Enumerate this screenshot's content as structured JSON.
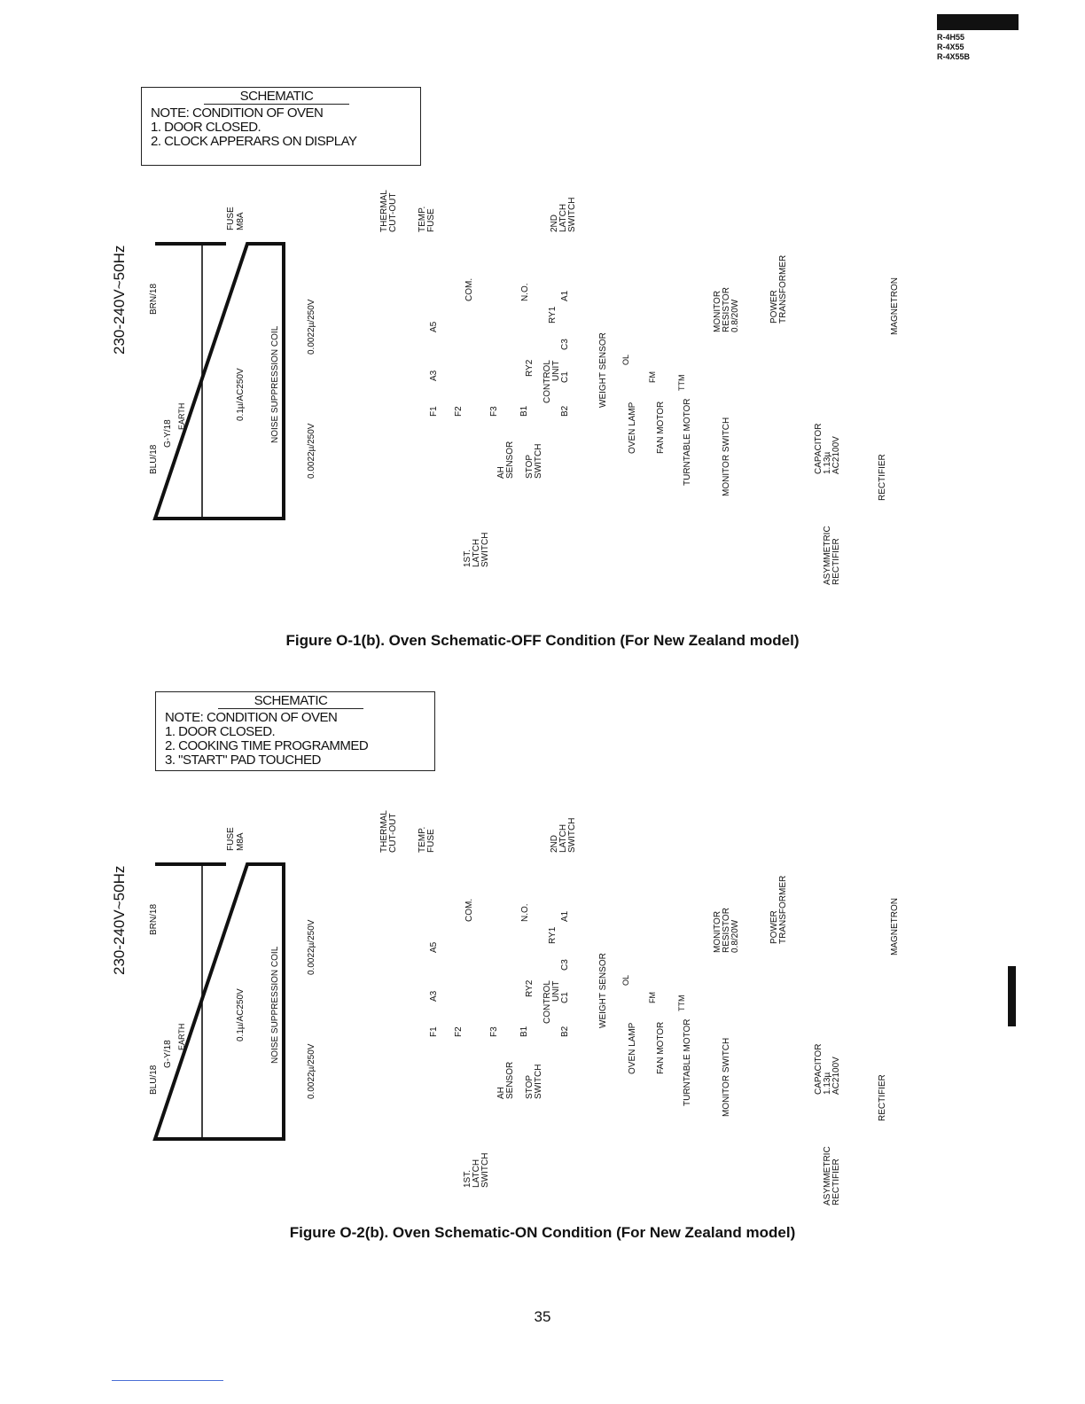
{
  "header": {
    "models": [
      "R-4H55",
      "R-4X55",
      "R-4X55B"
    ]
  },
  "diagrams": [
    {
      "note_title": "SCHEMATIC",
      "note_lines": [
        "NOTE: CONDITION OF OVEN",
        "1. DOOR CLOSED.",
        "2. CLOCK APPERARS ON DISPLAY"
      ],
      "caption": "Figure O-1(b). Oven Schematic-OFF Condition (For New Zealand model)"
    },
    {
      "note_title": "SCHEMATIC",
      "note_lines": [
        "NOTE: CONDITION OF OVEN",
        "1. DOOR CLOSED.",
        "2. COOKING TIME PROGRAMMED",
        "3. \"START\" PAD TOUCHED"
      ],
      "caption": "Figure O-2(b). Oven Schematic-ON Condition (For New Zealand model)"
    }
  ],
  "labels": {
    "supply": "230-240V~50Hz",
    "brn": "BRN/18",
    "blu": "BLU/18",
    "gy": "G-Y/18",
    "earth": "EARTH",
    "fuse": "FUSE",
    "fuse_rating": "M8A",
    "cap_small": "0.1µ/AC250V",
    "noise_coil": "NOISE SUPPRESSION COIL",
    "cap_upper": "0.0022µ/250V",
    "cap_lower": "0.0022µ/250V",
    "thermal": "THERMAL",
    "cutout": "CUT-OUT",
    "temp": "TEMP.",
    "temp_fuse": "FUSE",
    "second": "2ND",
    "latch": "LATCH",
    "switch": "SWITCH",
    "first": "1ST.",
    "com": "COM.",
    "no": "N.O.",
    "a1": "A1",
    "a5": "A5",
    "a3": "A3",
    "ry1": "RY1",
    "ry2": "RY2",
    "control": "CONTROL",
    "unit": "UNIT",
    "c1": "C1",
    "c3": "C3",
    "f1": "F1",
    "f2": "F2",
    "f3": "F3",
    "b1": "B1",
    "b2": "B2",
    "weight_sensor": "WEIGHT SENSOR",
    "ah": "AH",
    "sensor": "SENSOR",
    "stop": "STOP",
    "oven_lamp": "OVEN LAMP",
    "fan_motor": "FAN MOTOR",
    "turntable_motor": "TURNTABLE MOTOR",
    "ol": "OL",
    "fm": "FM",
    "tm": "TTM",
    "monitor": "MONITOR",
    "resistor": "RESISTOR",
    "resistor_rating": "0.8/20W",
    "monitor_switch": "MONITOR SWITCH",
    "power": "POWER",
    "transformer": "TRANSFORMER",
    "magnetron": "MAGNETRON",
    "capacitor": "CAPACITOR",
    "cap_value": "1.13µ",
    "cap_voltage": "AC2100V",
    "rectifier": "RECTIFIER",
    "asymmetric": "ASYMMETRIC",
    "asym_rectifier": "RECTIFIER"
  },
  "page_number": "35"
}
